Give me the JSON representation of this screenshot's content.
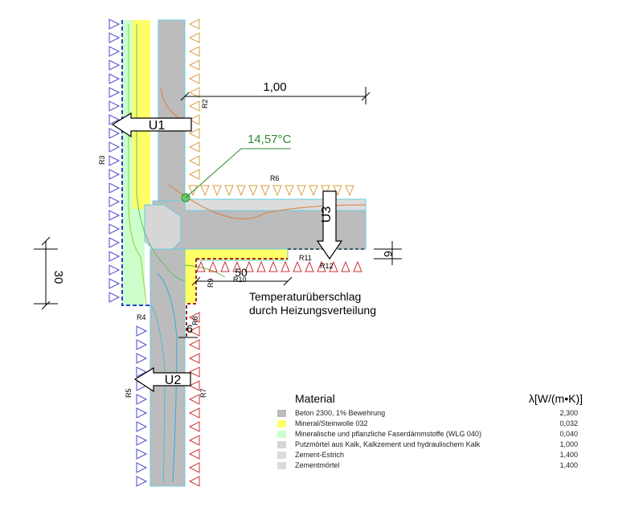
{
  "dimensions": {
    "width_label": "1,00",
    "height_left": "30",
    "depth_label": "50",
    "small_left": "6",
    "small_right": "6"
  },
  "temperature": "14,57°C",
  "u_labels": {
    "u1": "U1",
    "u2": "U2",
    "u3": "U3"
  },
  "regions": {
    "r2": "R2",
    "r3": "R3",
    "r4": "R4",
    "r5": "R5",
    "r6": "R6",
    "r7": "R7",
    "r8": "R8",
    "r9": "R9",
    "r10": "R10",
    "r11": "R11",
    "r12": "R12"
  },
  "annotation": {
    "line1": "Temperaturüberschlag",
    "line2": "durch Heizungsverteilung"
  },
  "legend": {
    "title": "Material",
    "unit": "λ[W/(m•K)]",
    "items": [
      {
        "name": "Beton 2300, 1% Bewehrung",
        "lambda": "2,300",
        "color": "#bcbcbc"
      },
      {
        "name": "Mineral/Steinwolle 032",
        "lambda": "0,032",
        "color": "#ffff66"
      },
      {
        "name": "Mineralische und pflanzliche Faserdämmstoffe (WLG 040)",
        "lambda": "0,040",
        "color": "#ccffcc"
      },
      {
        "name": "Putzmörtel aus Kalk, Kalkzement und hydraulischem Kalk",
        "lambda": "1,000",
        "color": "#d6d6d6"
      },
      {
        "name": "Zement-Estrich",
        "lambda": "1,400",
        "color": "#dcdcdc"
      },
      {
        "name": "Zementmörtel",
        "lambda": "1,400",
        "color": "#dcdcdc"
      }
    ]
  },
  "colors": {
    "concrete": "#bcbcbc",
    "insulation": "#ffff66",
    "fibre": "#ccffcc",
    "outline": "#66ccdd",
    "green_text": "#2e8b2e",
    "blue_arrow": "#4a4acc",
    "red_arrow": "#cc3333",
    "orange_arrow": "#d9a040"
  }
}
